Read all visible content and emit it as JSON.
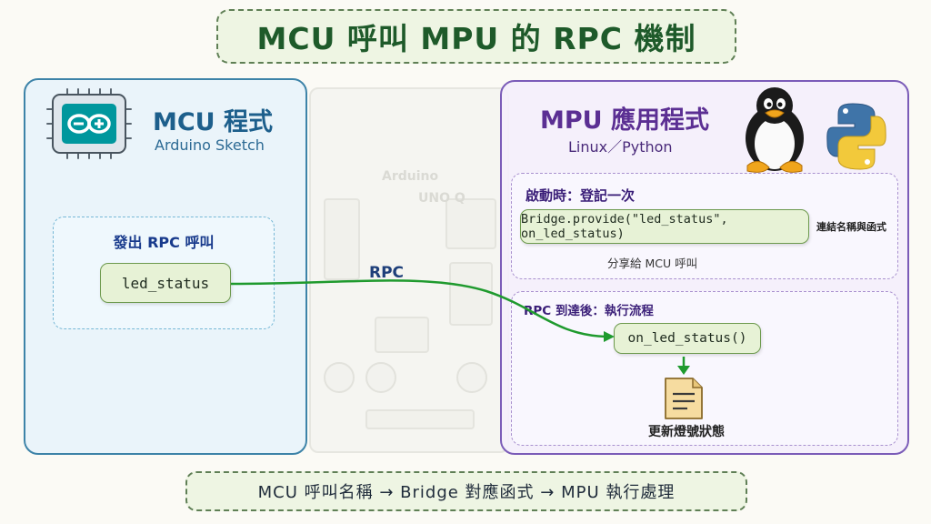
{
  "title": "MCU 呼叫 MPU 的 RPC 機制",
  "background_board": {
    "brand": "Arduino",
    "model": "UNO Q"
  },
  "mcu": {
    "title": "MCU 程式",
    "subtitle": "Arduino Sketch",
    "icon": "arduino-chip-icon",
    "inner_title": "發出 RPC 呼叫",
    "call_name": "led_status",
    "color": "#3d83a8"
  },
  "connector": {
    "label": "RPC",
    "color": "#1f9a2e"
  },
  "mpu": {
    "title": "MPU 應用程式",
    "subtitle": "Linux／Python",
    "icons": [
      "linux-penguin-icon",
      "python-logo-icon"
    ],
    "startup": {
      "title": "啟動時：登記一次",
      "code": "Bridge.provide(\"led_status\", on_led_status)",
      "note": "連結名稱與函式",
      "share_note": "分享給 MCU 呼叫"
    },
    "flow": {
      "title": "RPC 到達後：執行流程",
      "handler": "on_led_status()",
      "result_icon": "document-icon",
      "result": "更新燈號狀態"
    },
    "color": "#7b5cb8"
  },
  "footer": "MCU 呼叫名稱 → Bridge 對應函式 → MPU 執行處理"
}
